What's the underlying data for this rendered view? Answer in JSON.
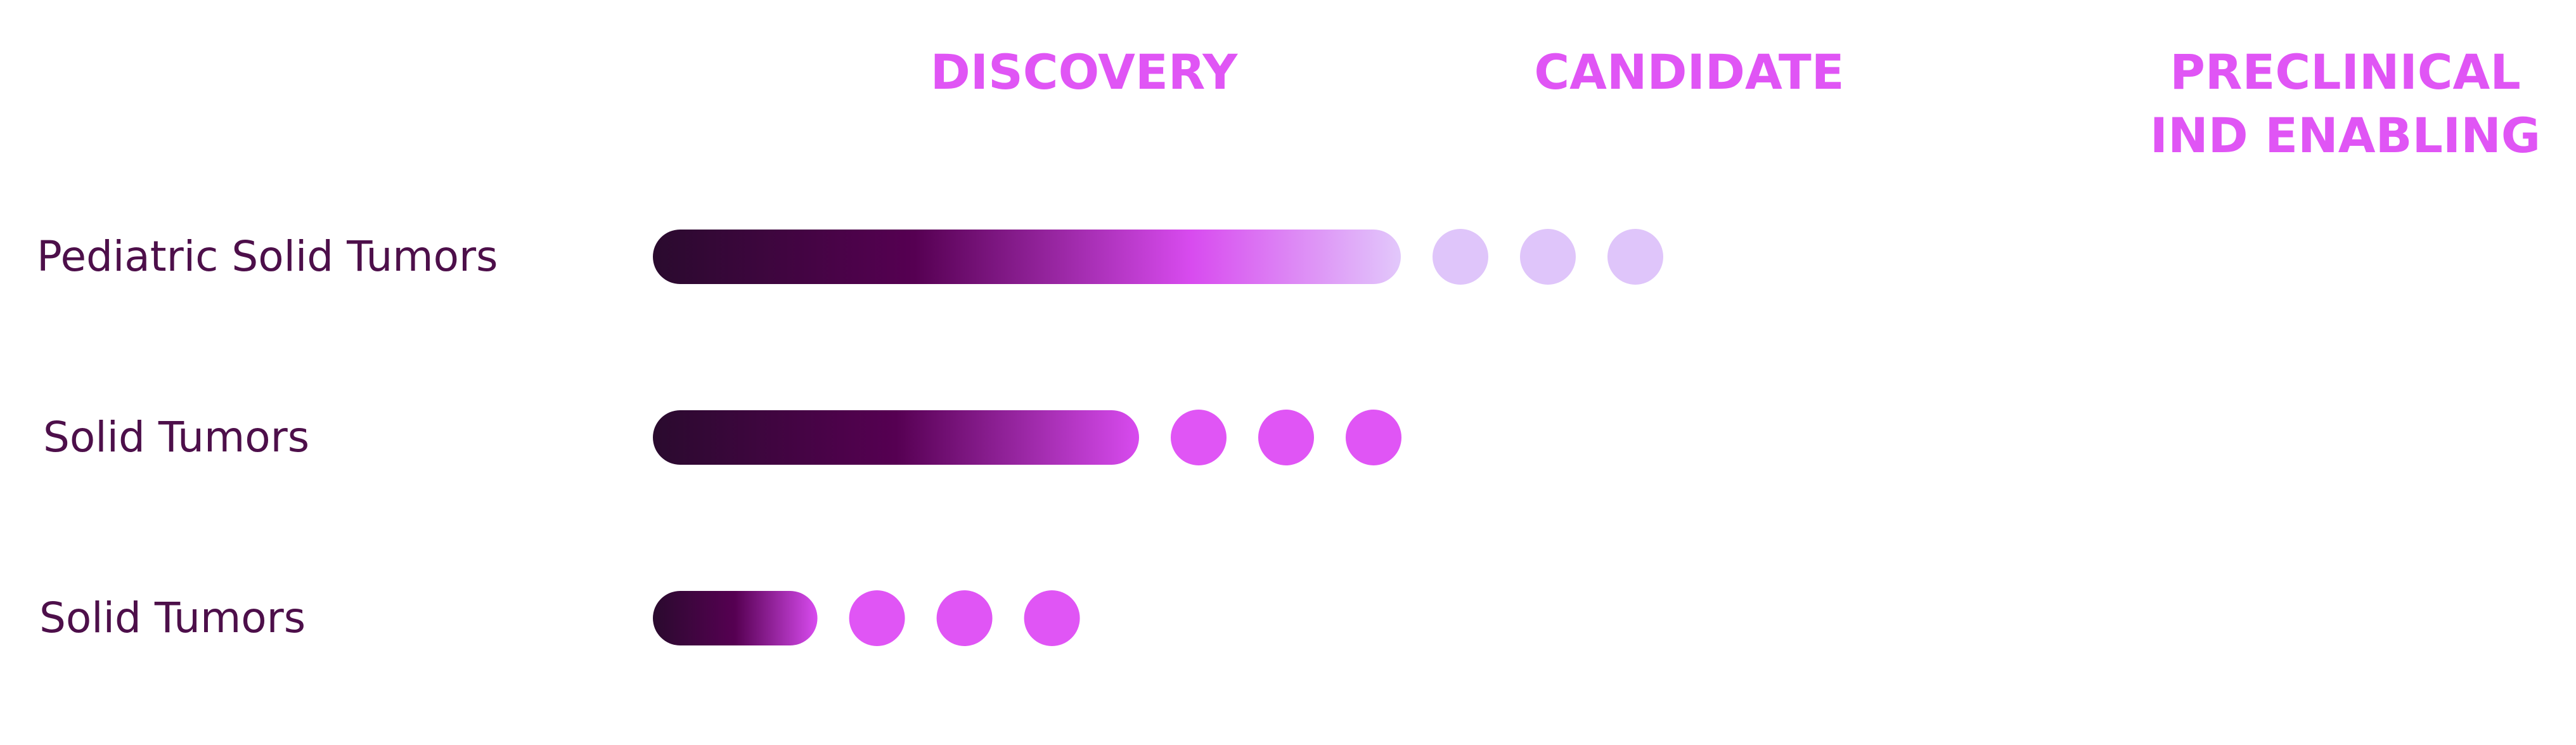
{
  "colors": {
    "stage": "#e055f5",
    "row_label": "#4d0f4a",
    "bar_dark": "#2a0a2e",
    "bar_mid": "#560052",
    "bar_bright": "#d84bef",
    "bar_pale": "#e2c8fb",
    "dot_active": "#e055f5",
    "dot_pale": "#dfc5fa"
  },
  "chart_data": {
    "type": "bar",
    "orientation": "horizontal",
    "stages": [
      {
        "lines": [
          "DISCOVERY"
        ]
      },
      {
        "lines": [
          "CANDIDATE"
        ]
      },
      {
        "lines": [
          "PRECLINICAL",
          "IND ENABLING"
        ]
      }
    ],
    "rows": [
      {
        "label": "Pediatric Solid Tumors",
        "progress_stages": 1.0,
        "trailing_dots": 3,
        "style": "pale"
      },
      {
        "label": "Solid Tumors",
        "progress_stages": 0.65,
        "trailing_dots": 3,
        "style": "active"
      },
      {
        "label": "Solid Tumors",
        "progress_stages": 0.22,
        "trailing_dots": 3,
        "style": "active"
      }
    ]
  }
}
